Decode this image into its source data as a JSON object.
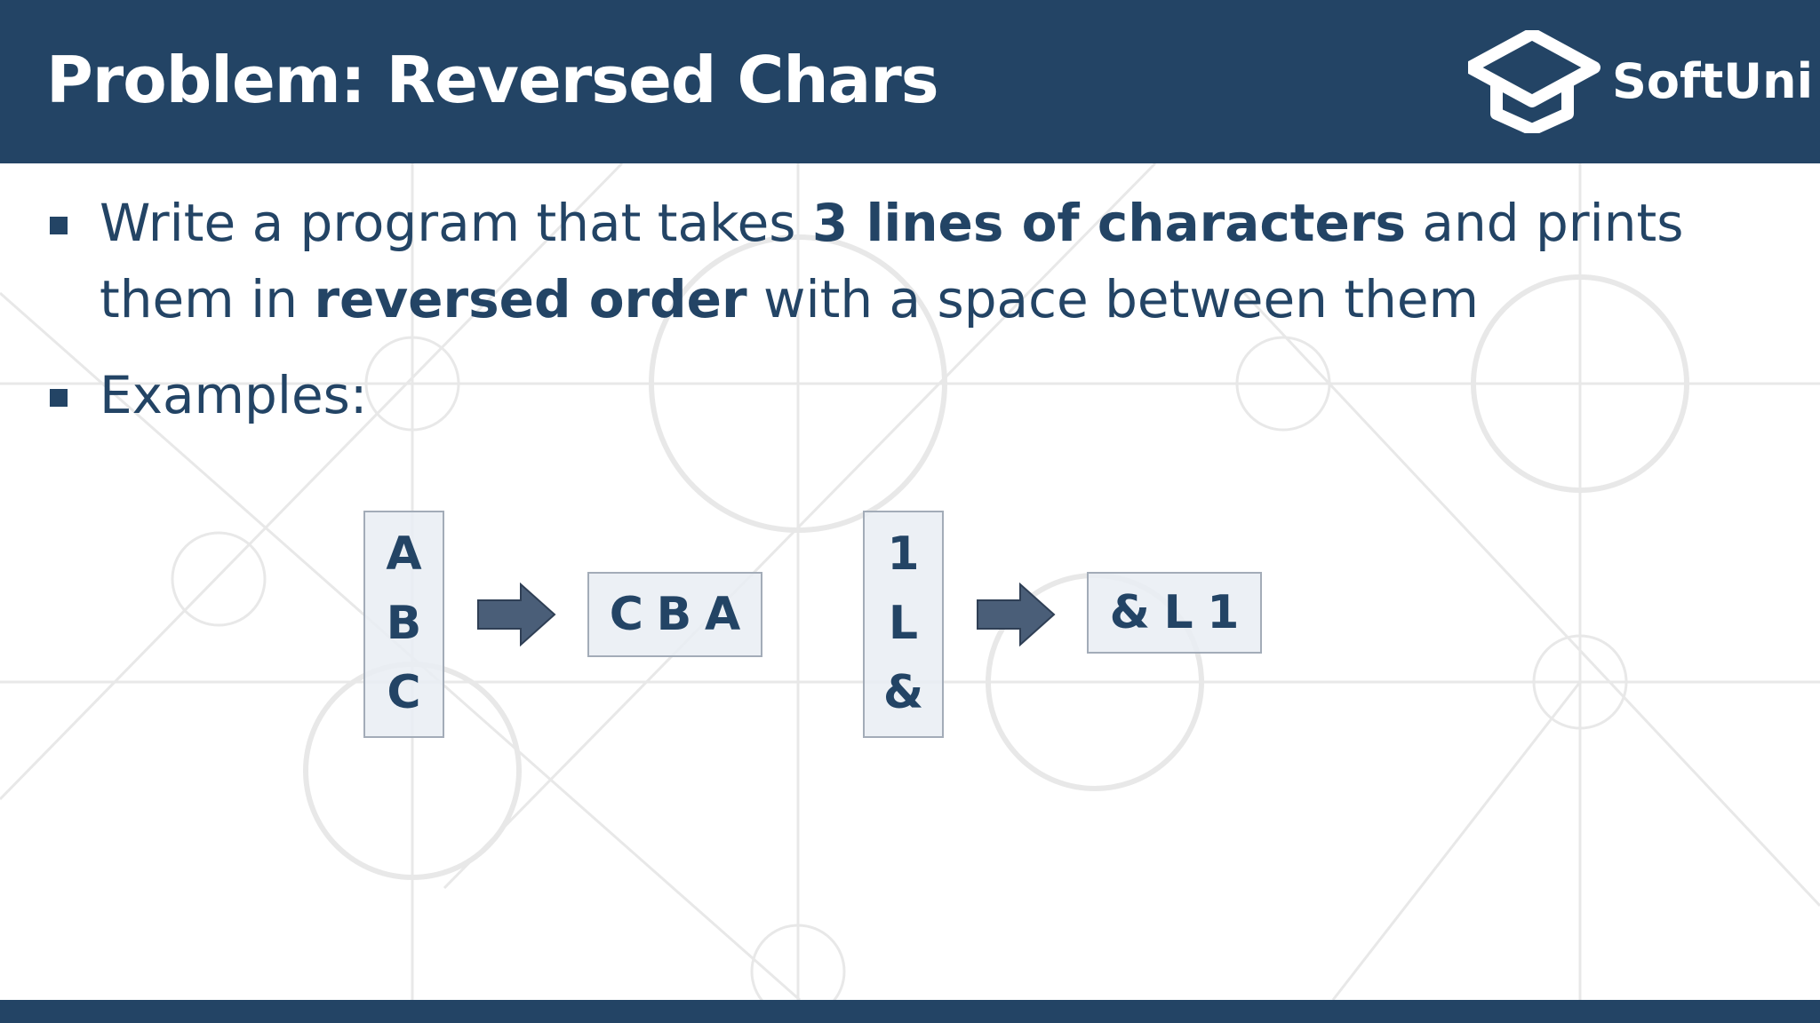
{
  "header": {
    "title": "Problem: Reversed Chars",
    "logo_text": "SoftUni",
    "logo_icon": "graduation-cap-icon"
  },
  "bullets": [
    {
      "parts": [
        {
          "text": "Write a program that takes ",
          "bold": false
        },
        {
          "text": "3 lines of characters",
          "bold": true
        },
        {
          "text": " and prints them in ",
          "bold": false
        },
        {
          "text": "reversed order",
          "bold": true
        },
        {
          "text": " with a space between them",
          "bold": false
        }
      ]
    },
    {
      "parts": [
        {
          "text": "Examples:",
          "bold": false
        }
      ]
    }
  ],
  "examples": [
    {
      "input": [
        "A",
        "B",
        "C"
      ],
      "output": [
        "C",
        "B",
        "A"
      ]
    },
    {
      "input": [
        "1",
        "L",
        "&"
      ],
      "output": [
        "&",
        "L",
        "1"
      ]
    }
  ],
  "colors": {
    "primary": "#234465",
    "box_fill": "#e9edf3",
    "box_border": "#a3acb8",
    "arrow": "#4a5e78",
    "background_lines": "#e6e6e6"
  }
}
